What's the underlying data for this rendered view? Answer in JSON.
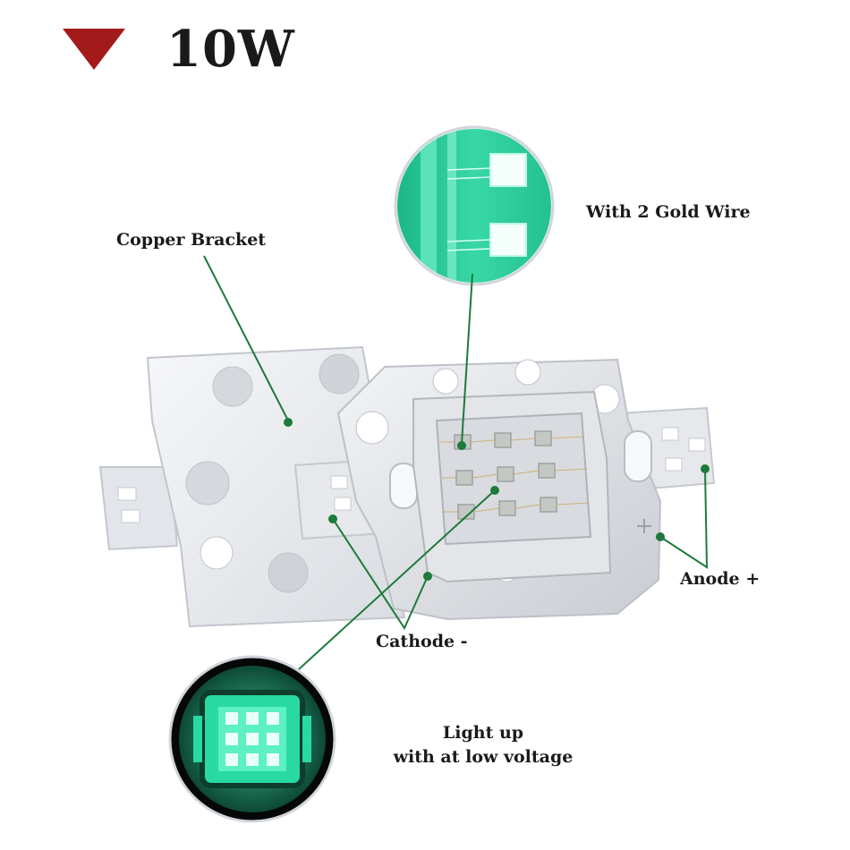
{
  "power_rating": "10W",
  "labels": {
    "copper_bracket": "Copper Bracket",
    "gold_wire": "With 2 Gold Wire",
    "anode": "Anode +",
    "cathode": "Cathode -",
    "light_line1": "Light up",
    "light_line2": "with at low voltage"
  },
  "colors": {
    "marker_triangle": "#a31a1a",
    "leader_line": "#1d7a3a",
    "led_glow": "#3ee6b0",
    "substrate": "#e9ebee"
  },
  "icons": {
    "marker": "down-triangle-icon"
  }
}
